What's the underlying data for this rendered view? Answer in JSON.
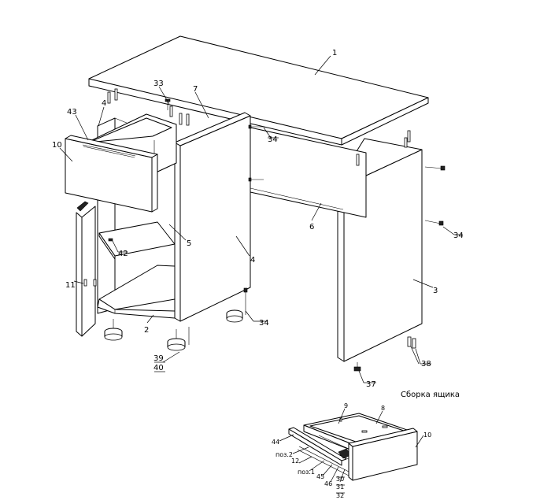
{
  "callouts": {
    "c1": "1",
    "c33": "33",
    "c7": "7",
    "c4_top": "4",
    "c43": "43",
    "c10_main": "10",
    "c34_upper": "34",
    "c34_right": "34",
    "c34_leg": "34",
    "c5": "5",
    "c42": "42",
    "c4_side": "4",
    "c6": "6",
    "c3": "3",
    "c11": "11",
    "c2": "2",
    "c39": "39",
    "c40": "40",
    "c38": "38",
    "c37": "37",
    "c9": "9",
    "c8": "8",
    "c10_drawer": "10",
    "c44": "44",
    "poz2": "поз.2",
    "c12": "12",
    "poz1": "поз.1",
    "c45": "45",
    "c46": "46",
    "c30": "30",
    "c31": "31",
    "c32": "32"
  },
  "drawer_assembly_title": "Сборка ящика"
}
